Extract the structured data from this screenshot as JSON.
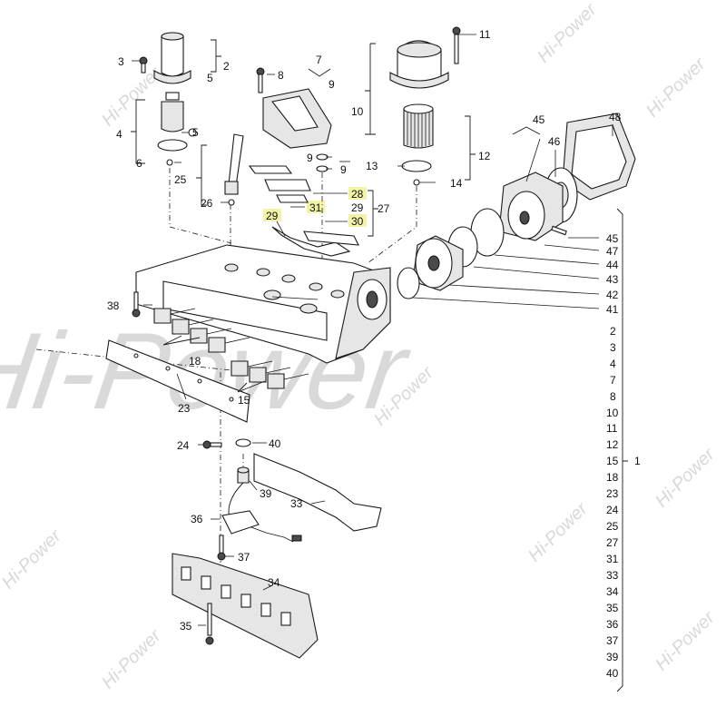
{
  "watermark": {
    "big_text": "Hi-Power",
    "small_text": "Hi-Power",
    "color": "#d9d9d9"
  },
  "highlight_color": "#f3f3a8",
  "callouts": [
    {
      "id": "c11",
      "text": "11"
    },
    {
      "id": "c3",
      "text": "3"
    },
    {
      "id": "c2",
      "text": "2"
    },
    {
      "id": "c5a",
      "text": "5"
    },
    {
      "id": "c8",
      "text": "8"
    },
    {
      "id": "c7",
      "text": "7"
    },
    {
      "id": "c9a",
      "text": "9"
    },
    {
      "id": "c10",
      "text": "10"
    },
    {
      "id": "c4",
      "text": "4"
    },
    {
      "id": "c5b",
      "text": "5"
    },
    {
      "id": "c6",
      "text": "6"
    },
    {
      "id": "c9b",
      "text": "9"
    },
    {
      "id": "c9c",
      "text": "9"
    },
    {
      "id": "c12",
      "text": "12"
    },
    {
      "id": "c13",
      "text": "13"
    },
    {
      "id": "c14",
      "text": "14"
    },
    {
      "id": "c25",
      "text": "25"
    },
    {
      "id": "c26",
      "text": "26"
    },
    {
      "id": "c28",
      "text": "28"
    },
    {
      "id": "c29a",
      "text": "29"
    },
    {
      "id": "c31",
      "text": "31"
    },
    {
      "id": "c29b",
      "text": "29"
    },
    {
      "id": "c27",
      "text": "27"
    },
    {
      "id": "c30",
      "text": "30"
    },
    {
      "id": "c45a",
      "text": "45"
    },
    {
      "id": "c48",
      "text": "48"
    },
    {
      "id": "c46",
      "text": "46"
    },
    {
      "id": "c45b",
      "text": "45"
    },
    {
      "id": "c47",
      "text": "47"
    },
    {
      "id": "c44",
      "text": "44"
    },
    {
      "id": "c43",
      "text": "43"
    },
    {
      "id": "c42",
      "text": "42"
    },
    {
      "id": "c41",
      "text": "41"
    },
    {
      "id": "c38",
      "text": "38"
    },
    {
      "id": "c18",
      "text": "18"
    },
    {
      "id": "c15",
      "text": "15"
    },
    {
      "id": "c23",
      "text": "23"
    },
    {
      "id": "c24",
      "text": "24"
    },
    {
      "id": "c40",
      "text": "40"
    },
    {
      "id": "c39",
      "text": "39"
    },
    {
      "id": "c33",
      "text": "33"
    },
    {
      "id": "c36",
      "text": "36"
    },
    {
      "id": "c37",
      "text": "37"
    },
    {
      "id": "c34",
      "text": "34"
    },
    {
      "id": "c35",
      "text": "35"
    }
  ],
  "kit_list": {
    "items": [
      "2",
      "3",
      "4",
      "7",
      "8",
      "10",
      "11",
      "12",
      "15",
      "18",
      "23",
      "24",
      "25",
      "27",
      "31",
      "33",
      "34",
      "35",
      "36",
      "37",
      "39",
      "40"
    ],
    "kit_number": "1"
  }
}
